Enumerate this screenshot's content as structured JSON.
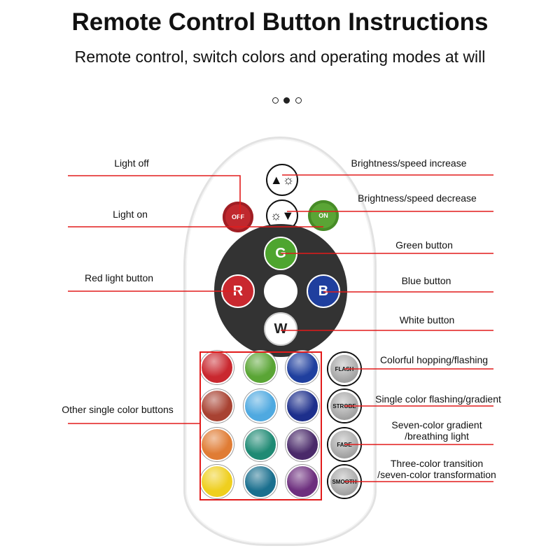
{
  "header": {
    "title": "Remote Control Button Instructions",
    "subtitle": "Remote control, switch colors and operating modes at will"
  },
  "carousel": {
    "count": 3,
    "active_index": 1
  },
  "remote": {
    "off_label": "OFF",
    "on_label": "ON",
    "g_label": "G",
    "r_label": "R",
    "b_label": "B",
    "w_label": "W",
    "color_buttons": [
      "#c9282f",
      "#5aa535",
      "#1f3f9e",
      "#a84232",
      "#4fa9e0",
      "#1d2f8c",
      "#e07c34",
      "#1f8a74",
      "#4a2a6a",
      "#efcf1e",
      "#1a6f8e",
      "#6d2f7e"
    ],
    "mode_buttons": [
      "FLASH",
      "STROBE",
      "FADE",
      "SMOOTH"
    ]
  },
  "callouts": {
    "light_off": "Light off",
    "light_on": "Light on",
    "brightness_up": "Brightness/speed increase",
    "brightness_down": "Brightness/speed decrease",
    "green": "Green button",
    "red": "Red light button",
    "blue": "Blue button",
    "white": "White button",
    "other": "Other single color buttons",
    "flash": "Colorful hopping/flashing",
    "strobe": "Single color flashing/gradient",
    "fade_1": "Seven-color gradient",
    "fade_2": "/breathing light",
    "smooth_1": "Three-color transition",
    "smooth_2": "/seven-color transformation"
  },
  "colors": {
    "line": "#e21b1b",
    "off": "#c0282e",
    "on": "#5aa535",
    "green": "#4ea52f",
    "red": "#c9282f",
    "blue": "#1f3f9e",
    "pad": "#333333"
  }
}
